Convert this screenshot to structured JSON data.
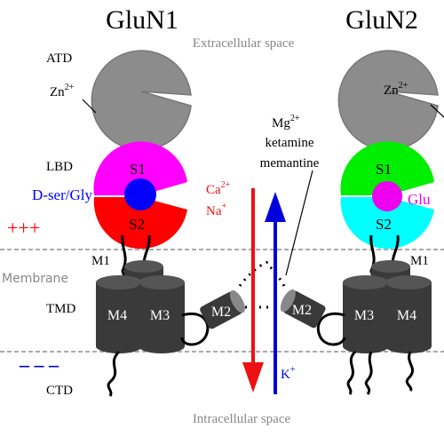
{
  "titles": {
    "left": "GluN1",
    "right": "GluN2"
  },
  "regions": {
    "extracellular": "Extracellular space",
    "intracellular": "Intracellular space",
    "membrane": "Membrane"
  },
  "domains": {
    "atd": "ATD",
    "lbd": "LBD",
    "tmd": "TMD",
    "ctd": "CTD"
  },
  "zinc": {
    "base": "Zn",
    "sup": "2+"
  },
  "lobes": {
    "s1": "S1",
    "s2": "S2"
  },
  "ligands": {
    "left": "D-ser/Gly",
    "right": "Glu"
  },
  "charges": {
    "positive": "+++",
    "negative": "– – –"
  },
  "helices": {
    "m1": "M1",
    "m2": "M2",
    "m3": "M3",
    "m4": "M4"
  },
  "blockers": {
    "mg": {
      "base": "Mg",
      "sup": "2+"
    },
    "line2": "ketamine",
    "line3": "memantine"
  },
  "ions_in": {
    "ca": {
      "base": "Ca",
      "sup": "2+"
    },
    "na": {
      "base": "Na",
      "sup": "+"
    }
  },
  "ions_out": {
    "k": {
      "base": "K",
      "sup": "+"
    }
  },
  "colors": {
    "atd": "#8c8c8c",
    "s1_left": "#ff00ff",
    "s2_left": "#ff0000",
    "ligand_left": "#0000ff",
    "s1_right": "#00ee00",
    "s2_right": "#00ffff",
    "ligand_right": "#ee00ee",
    "cylinder": "#3a3a3a",
    "arrow_in": "#ee1111",
    "arrow_out": "#0000dd",
    "membrane_line": "#aaaaaa",
    "region_text": "#888888"
  }
}
